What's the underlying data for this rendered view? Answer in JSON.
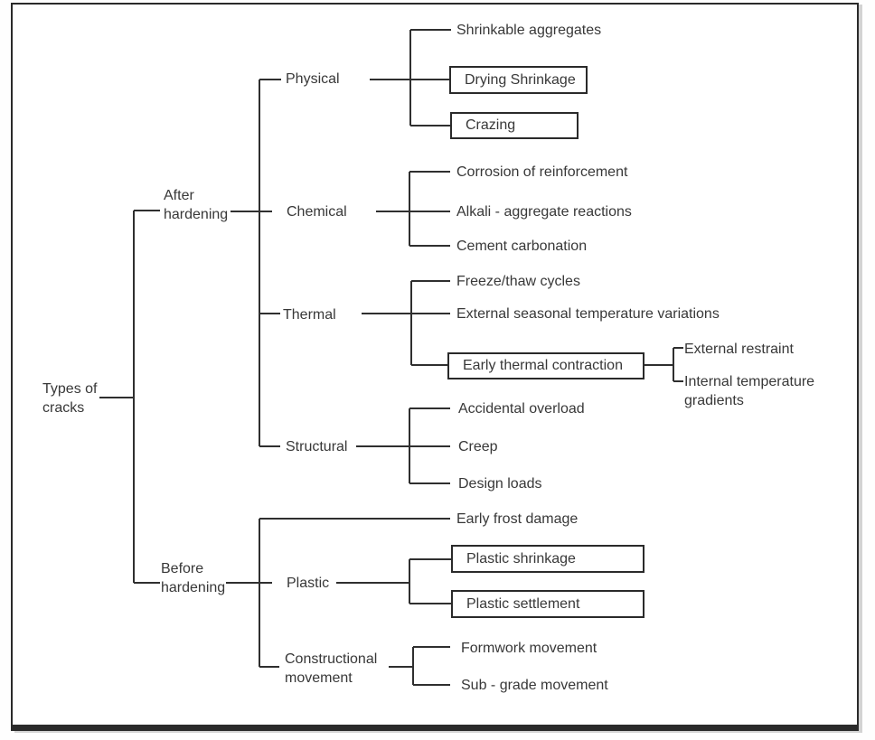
{
  "colors": {
    "line": "#2f2f2f",
    "text": "#383838",
    "box_border": "#2a2a2a",
    "background": "#ffffff"
  },
  "tree": {
    "root": {
      "label": "Types of\ncracks"
    },
    "after": {
      "label": "After\nhardening",
      "categories": [
        {
          "label": "Physical",
          "leaves": [
            {
              "label": "Shrinkable aggregates",
              "boxed": false
            },
            {
              "label": "Drying Shrinkage",
              "boxed": true
            },
            {
              "label": "Crazing",
              "boxed": true
            }
          ]
        },
        {
          "label": "Chemical",
          "leaves": [
            {
              "label": "Corrosion of reinforcement",
              "boxed": false
            },
            {
              "label": "Alkali - aggregate reactions",
              "boxed": false
            },
            {
              "label": "Cement carbonation",
              "boxed": false
            }
          ]
        },
        {
          "label": "Thermal",
          "leaves": [
            {
              "label": "Freeze/thaw cycles",
              "boxed": false
            },
            {
              "label": "External seasonal temperature variations",
              "boxed": false
            },
            {
              "label": "Early thermal contraction",
              "boxed": true,
              "children": [
                {
                  "label": "External restraint"
                },
                {
                  "label": "Internal temperature\ngradients"
                }
              ]
            }
          ]
        },
        {
          "label": "Structural",
          "leaves": [
            {
              "label": "Accidental overload",
              "boxed": false
            },
            {
              "label": "Creep",
              "boxed": false
            },
            {
              "label": "Design loads",
              "boxed": false
            }
          ]
        }
      ]
    },
    "before": {
      "label": "Before\nhardening",
      "leaf": {
        "label": "Early frost damage"
      },
      "categories": [
        {
          "label": "Plastic",
          "leaves": [
            {
              "label": "Plastic shrinkage",
              "boxed": true
            },
            {
              "label": "Plastic settlement",
              "boxed": true
            }
          ]
        },
        {
          "label": "Constructional\nmovement",
          "leaves": [
            {
              "label": "Formwork movement",
              "boxed": false
            },
            {
              "label": "Sub - grade movement",
              "boxed": false
            }
          ]
        }
      ]
    }
  }
}
